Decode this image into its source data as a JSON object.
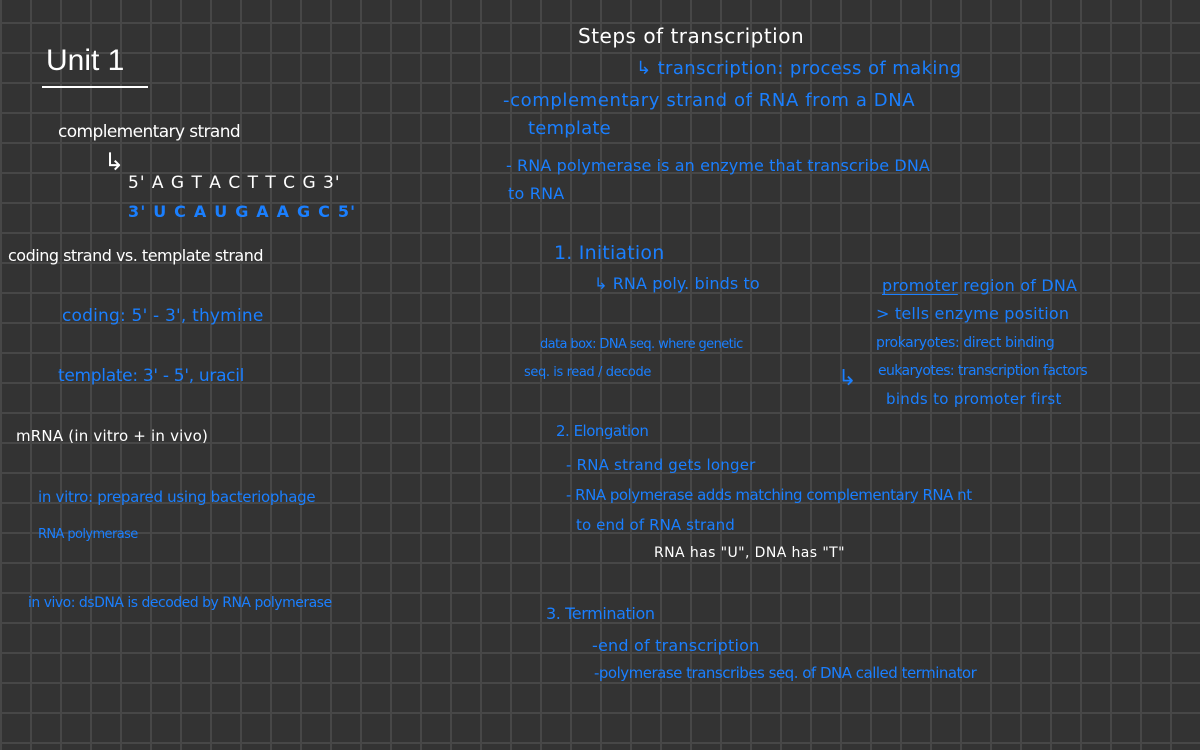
{
  "colors": {
    "background": "#333333",
    "grid": "#474747",
    "ink_white": "#ffffff",
    "ink_blue": "#1a7fff"
  },
  "left_page": {
    "title": "Unit 1",
    "complementary": {
      "heading": "complementary strand",
      "arrow_icon": "↳",
      "dna_strand": "5' A G T A C T T C G 3'",
      "rna_strand": "3' U C A U G A A G C 5'"
    },
    "coding_vs_template": {
      "heading": "coding strand   vs.   template strand",
      "coding": "coding:  5' - 3',  thymine",
      "template": "template: 3' - 5',  uracil"
    },
    "mrna": {
      "heading": "mRNA  (in vitro  +  in vivo)",
      "in_vitro_line1": "in vitro:  prepared  using  bacteriophage",
      "in_vitro_line2": "RNA polymerase",
      "in_vivo": "in vivo:   dsDNA is   decoded by   RNA polymerase"
    }
  },
  "right_page": {
    "title": "Steps of  transcription",
    "definition_line1": "↳ transcription: process  of  making",
    "definition_line2": "-complementary strand  of  RNA   from  a DNA",
    "definition_line3": "template",
    "definition_line4": "- RNA polymerase  is  an enzyme  that  transcribe DNA",
    "definition_line5": "to RNA",
    "steps": [
      {
        "label": "1. Initiation",
        "lines": [
          "↳ RNA poly. binds to"
        ],
        "promoter_word": "promoter",
        "promoter_rest": " region  of  DNA",
        "side_notes": [
          "> tells  enzyme  position",
          "prokaryotes: direct binding",
          "eukaryotes: transcription factors",
          "binds  to  promoter first"
        ],
        "side_arrow": "↳",
        "data_note_line1": "data box: DNA seq. where genetic",
        "data_note_line2": "seq. is  read / decode"
      },
      {
        "label": "2. Elongation",
        "lines": [
          "- RNA strand  gets  longer",
          "- RNA  polymerase  adds matching complementary  RNA nt",
          "to end  of  RNA  strand"
        ],
        "note": "RNA  has  \"U\",  DNA  has  \"T\""
      },
      {
        "label": "3. Termination",
        "lines": [
          "-end  of  transcription",
          "-polymerase  transcribes  seq.  of  DNA called  terminator"
        ]
      }
    ]
  }
}
